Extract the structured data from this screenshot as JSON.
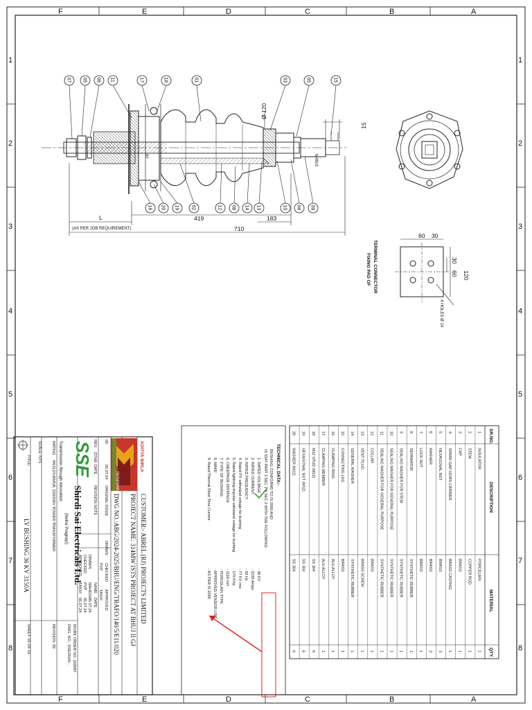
{
  "zone_letters": [
    "F",
    "E",
    "D",
    "C",
    "B",
    "A"
  ],
  "zone_numbers": [
    "1",
    "2",
    "3",
    "4",
    "5",
    "6",
    "7",
    "8"
  ],
  "balloons_top": [
    "07",
    "05",
    "06",
    "11",
    "17",
    "18",
    "01",
    "03",
    "05",
    "15"
  ],
  "balloons_bottom": [
    "16",
    "20",
    "19",
    "02",
    "12",
    "08",
    "14",
    "13",
    "10",
    "04",
    "09"
  ],
  "dims": {
    "l": "L",
    "l_note": "(AS PER JOB REQUIREMENT)",
    "d419": "419",
    "d183": "183",
    "d710": "710",
    "dia120": "Ø 120",
    "d15": "15",
    "d82": "82",
    "m": "M48x3",
    "d60": "60",
    "d30a": "30",
    "d30b": "30",
    "d60b": "60",
    "d120": "120",
    "holes": "4 HOLES Ø 14"
  },
  "fixing_pad_label": "FIXING PAD OF",
  "fixing_pad_label2": "TERMINAL CONNECTOR",
  "bom_headers": {
    "sr": "SR.NO.",
    "desc": "DESCRIPTION",
    "mat": "MATERIAL",
    "qty": "QTY."
  },
  "bom_rows": [
    {
      "sr": "1",
      "desc": "INSULATOR",
      "mat": "PORCELAIN",
      "qty": "1"
    },
    {
      "sr": "2",
      "desc": "STEM",
      "mat": "COPPER ROD",
      "qty": "1"
    },
    {
      "sr": "3",
      "desc": "CAP",
      "mat": "BRASS",
      "qty": "1"
    },
    {
      "sr": "4",
      "desc": "SPARK-GAP HORN CARRIER",
      "mat": "BRASS CASTING",
      "qty": "1"
    },
    {
      "sr": "5",
      "desc": "HEXAGONAL NUT",
      "mat": "BRASS",
      "qty": "3"
    },
    {
      "sr": "6",
      "desc": "WASHER",
      "mat": "BRASS",
      "qty": "2"
    },
    {
      "sr": "7",
      "desc": "LOCK NUT",
      "mat": "BRASS",
      "qty": "1"
    },
    {
      "sr": "8",
      "desc": "SEPARATOR",
      "mat": "SYNTHETIC RUBBER",
      "qty": "1"
    },
    {
      "sr": "9",
      "desc": "SEALING WASHER FOR STEM",
      "mat": "SYNTHETIC RUBBER",
      "qty": "1"
    },
    {
      "sr": "10",
      "desc": "SEALING WASHER FOR GENERAL PURPOSE",
      "mat": "SYNTHETIC RUBBER",
      "qty": "1"
    },
    {
      "sr": "11",
      "desc": "SEALING WASHER FOR GENERAL PURPOSE",
      "mat": "SYNTHETIC RUBBER",
      "qty": "1"
    },
    {
      "sr": "12",
      "desc": "COLLAR",
      "mat": "BRASS",
      "qty": "1"
    },
    {
      "sr": "13",
      "desc": "VENT PLUG",
      "mat": "BRASS SCREW",
      "qty": "1"
    },
    {
      "sr": "14",
      "desc": "GENERAL WASHER",
      "mat": "SYNTHETIC RUBBER",
      "qty": "1"
    },
    {
      "sr": "15",
      "desc": "CONNECTING LUG",
      "mat": "BRASS",
      "qty": "1"
    },
    {
      "sr": "16",
      "desc": "CLAMPING RING",
      "mat": "ALU ALLOY",
      "qty": "1"
    },
    {
      "sr": "17",
      "desc": "CLAMPING MEMBER",
      "mat": "ALU ALLOY",
      "qty": "1"
    },
    {
      "sr": "18",
      "desc": "M12 STUD (M12)",
      "mat": "SS 304",
      "qty": "6"
    },
    {
      "sr": "19",
      "desc": "HEXAGONAL NUT (M12)",
      "mat": "SS 304",
      "qty": "6"
    },
    {
      "sr": "20",
      "desc": "WASHER (M12)",
      "mat": "SS 304",
      "qty": "6"
    }
  ],
  "tech": {
    "title": "TECHNICAL DATA:-",
    "intro1": "BUSHING CONFORMS TO IS 2099 AND",
    "intro2": "IS 3347 PART 3 SEC 1 & SEC 2 WITH THE FOLLOWING",
    "items": [
      {
        "label": "1. RATED VOLTAGE",
        "value": "- 36 KV"
      },
      {
        "label": "2. RATED CURRENT",
        "value": "- 3150 Amps"
      },
      {
        "label": "3. RATED FREQUENCY",
        "value": "- 50 Hz"
      },
      {
        "label": "4. Rated P.F withstand voltage for bushing",
        "value": "- 77 KV rms"
      },
      {
        "label": "5. Rated lightning impulse withstand voltage for bushing",
        "value": "- 170 KVp"
      },
      {
        "label": "6. CREEPAGE DISTANCE",
        "value": "- 1116 mm"
      },
      {
        "label": "7. TYPE OF BUSHING",
        "value": "- PORCELAIN TYPE"
      },
      {
        "label": "8. MAKE",
        "value": "- APPROVED VENDOR LIST"
      },
      {
        "label": "9. Rated Thermal Short Time Current",
        "value": "- AS PER IS 2099"
      }
    ]
  },
  "title_block": {
    "brand_top": "ADITYA BIRLA",
    "brand_bottom": "RENEWABLES",
    "customer": "CUSTOMER:- ABREL (RJ) PROJECTS LIMITED",
    "project": "PROJECT NAME: 314MW ISTS PROJECT AT BHUJ II GJ",
    "dwg": "DWG NO.:ABG/2024-2025/BHU/ENG/TRAFO/140/5/E11/020",
    "rev_row": [
      "00",
      "",
      "05.07.24",
      "ORIGINAL ISSUE"
    ],
    "rev_head": [
      "REV.",
      "ZONE",
      "DATE",
      "REVISION NOTE"
    ],
    "sign_head": [
      "",
      "NAME",
      "DATE"
    ],
    "sign_rows": [
      [
        "DRAWN",
        "MAHESH",
        "05.07.24"
      ],
      [
        "CHECKED",
        "PVP",
        "05.07.24"
      ],
      [
        "APPROVED",
        "TANVI",
        "05.07.24"
      ]
    ],
    "sign_top": [
      "PVP",
      "TANVI"
    ],
    "sign_top_labels": [
      "DRAWN",
      "CHECKED",
      "APPROVED"
    ],
    "company": "Shirdi Sai Electricals Ltd.",
    "company_sub": "(Nellor Pragnayi)",
    "sse": "SSE",
    "sse_tag": "Transmission through Innovation",
    "rating_label": "RATING",
    "rating": "84/112/140MVA, 220/33kV POWER TRANSFORMER",
    "scale_label": "SCALE: NTS",
    "title_label": "TITLE:",
    "title": "LV BUSHING 36 KV 3150A",
    "work_order": "WORK ORDER NO: 100087",
    "dwg_no": "DWG. NO.: SSE/2024/...",
    "revision": "REVISION: 00",
    "sheet": "SHEET: 01 OF 01"
  }
}
